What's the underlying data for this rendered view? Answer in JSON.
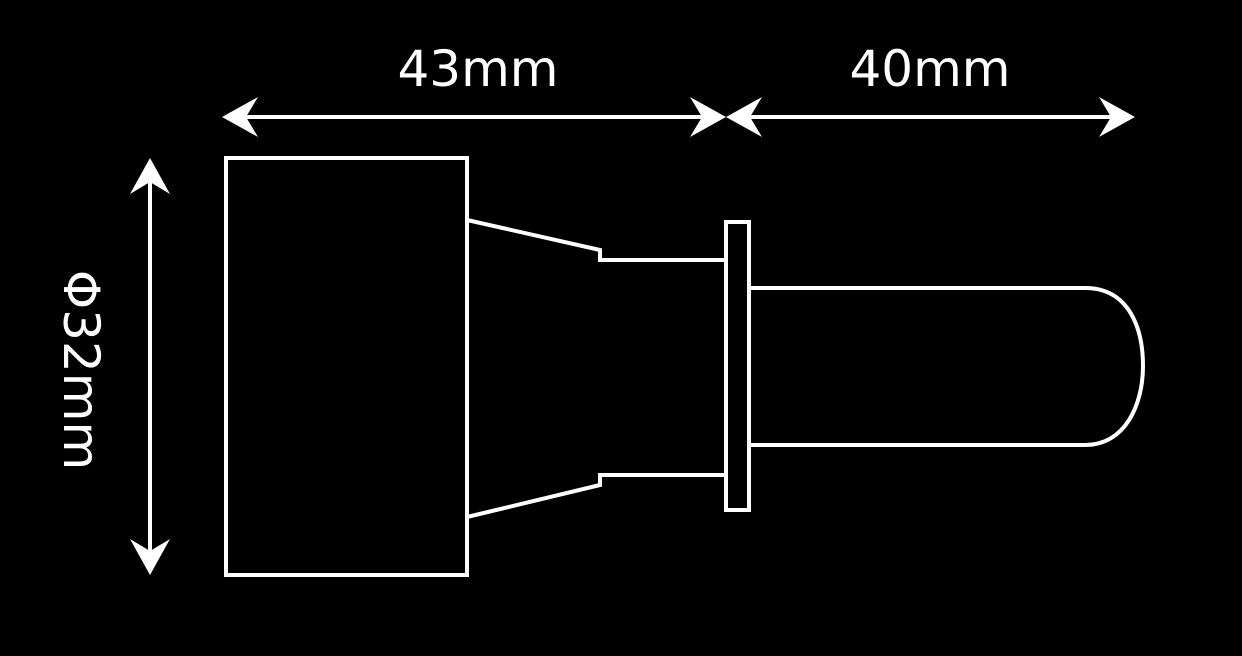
{
  "dimensions": {
    "length_body": "43mm",
    "length_tip": "40mm",
    "diameter": "Φ32mm"
  },
  "colors": {
    "background": "#000000",
    "line": "#ffffff"
  }
}
